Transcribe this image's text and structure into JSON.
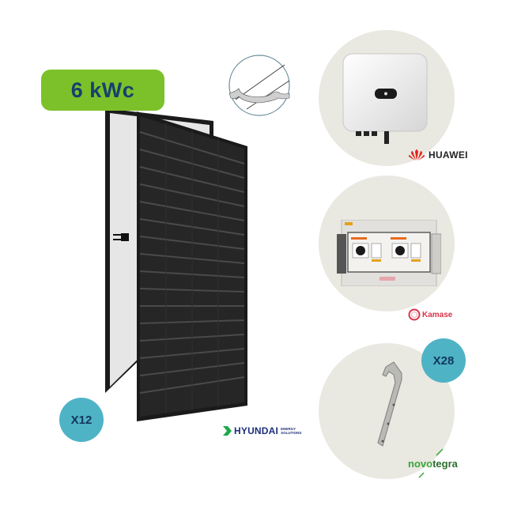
{
  "kit": {
    "power_badge": "6 kWc",
    "badge_color": "#7cc12a",
    "badge_text_color": "#16406e"
  },
  "panels": {
    "quantity_label": "X12",
    "brand": "HYUNDAI",
    "brand_sub_line1": "ENERGY",
    "brand_sub_line2": "SOLUTIONS",
    "detail_icon": "panel-edge-detail-icon"
  },
  "inverter": {
    "brand": "HUAWEI",
    "brand_color": "#e2231a"
  },
  "protection_box": {
    "brand": "Kamase",
    "brand_color": "#d9344a"
  },
  "roof_hooks": {
    "quantity_label": "X28",
    "brand_part1": "novo",
    "brand_part2": "tegra",
    "brand_color": "#3aa43a"
  },
  "colors": {
    "circle_bg": "#e9e8e1",
    "qty_badge": "#4fb3c6"
  }
}
